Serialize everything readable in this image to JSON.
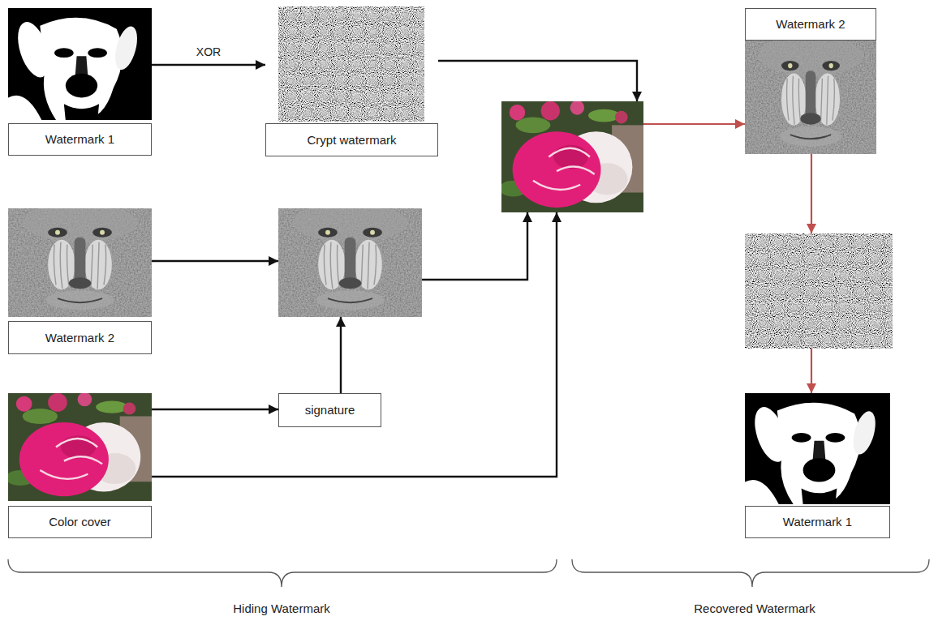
{
  "diagram": {
    "nodes": [
      {
        "text": [
          "Watermark 1"
        ]
      },
      {
        "text": [
          "Crypt watermark"
        ]
      },
      {
        "text": [
          "Watermark 2"
        ]
      },
      {
        "text": []
      },
      {
        "text": [
          "Color cover"
        ]
      },
      {
        "text": [
          "signature"
        ]
      },
      {
        "text": []
      },
      {
        "text": [
          "Watermark 2"
        ]
      },
      {
        "text": []
      },
      {
        "text": [
          "Watermark 1"
        ]
      }
    ],
    "edges": [
      {
        "from": 0,
        "to": 1,
        "arrow": "to",
        "label": "XOR"
      },
      {
        "from": 1,
        "to": 6,
        "arrow": "to"
      },
      {
        "from": 2,
        "to": 3,
        "arrow": "to"
      },
      {
        "from": 5,
        "to": 3,
        "arrow": "to"
      },
      {
        "from": 4,
        "to": 5,
        "arrow": "to"
      },
      {
        "from": 3,
        "to": 6,
        "arrow": "to"
      },
      {
        "from": 4,
        "to": 6,
        "arrow": "to"
      },
      {
        "from": 6,
        "to": 7,
        "arrow": "to"
      },
      {
        "from": 7,
        "to": 8,
        "arrow": "to"
      },
      {
        "from": 8,
        "to": 9,
        "arrow": "to"
      }
    ],
    "labels": [
      "Hiding Watermark",
      "Recovered Watermark"
    ]
  }
}
